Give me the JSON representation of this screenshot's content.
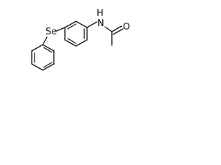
{
  "molecule": {
    "atoms": {
      "selenium": "Se",
      "nitrogen": "N",
      "hydrogen": "H",
      "oxygen": "O"
    }
  },
  "colors": {
    "ink": "#000000",
    "background": "#ffffff"
  }
}
